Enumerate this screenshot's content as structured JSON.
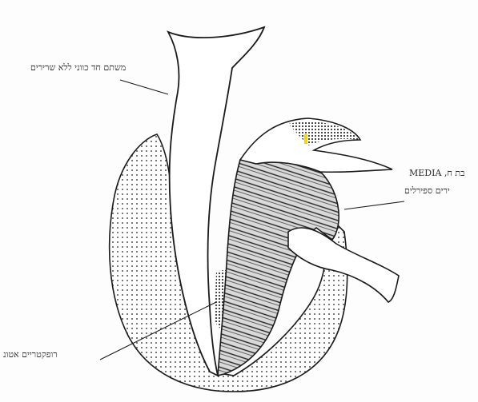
{
  "labels": {
    "top_left": "משתם חד כווני ללא שרירים",
    "right_line1": "MEDIA ,בת ח",
    "right_line2": "ירים ספירלים",
    "bottom_left": "רופקטריים אטונ"
  },
  "colors": {
    "ink": "#1a1a1a",
    "dots": "#555555",
    "highlight": "#f2d21b"
  }
}
